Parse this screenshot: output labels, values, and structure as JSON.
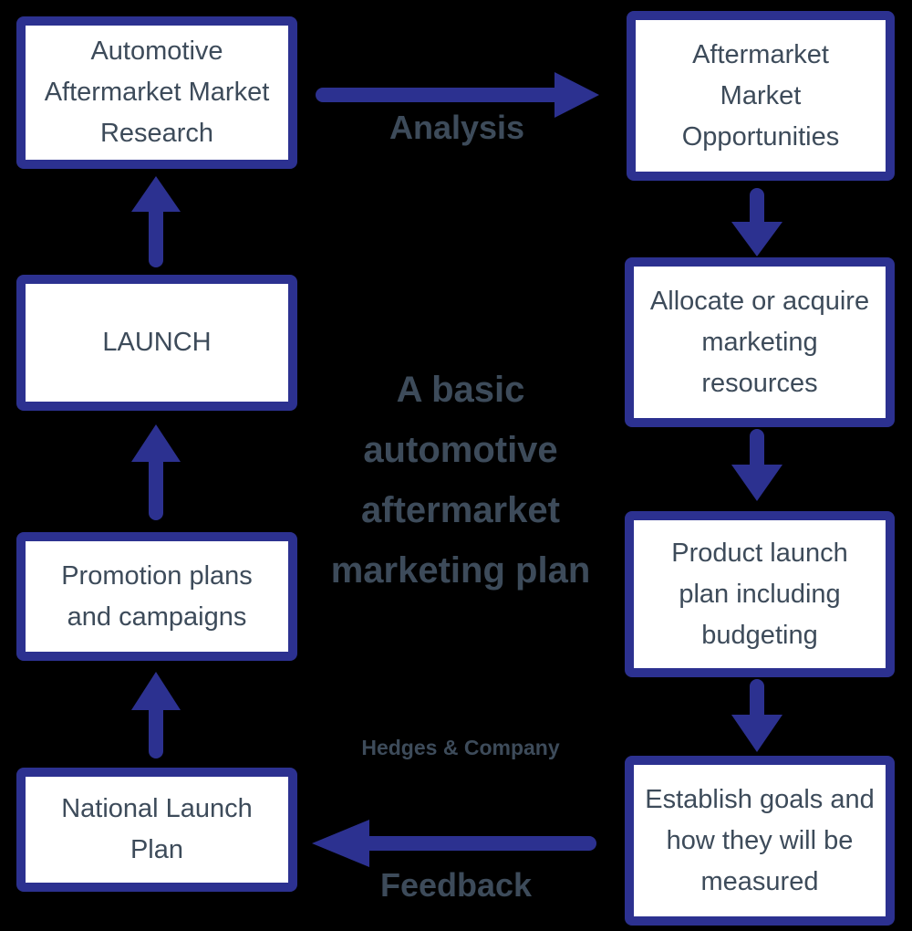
{
  "colors": {
    "accent": "#2C3190",
    "text": "#3D4B5A",
    "box_fill": "#FFFFFF",
    "background": "#000000"
  },
  "title": {
    "lines": [
      "A basic",
      "automotive",
      "aftermarket",
      "marketing plan"
    ]
  },
  "credit": "Hedges & Company",
  "labels": {
    "analysis": "Analysis",
    "feedback": "Feedback"
  },
  "boxes": {
    "research": {
      "lines": [
        "Automotive",
        "Aftermarket Market",
        "Research"
      ]
    },
    "launch": {
      "lines": [
        "LAUNCH"
      ]
    },
    "promotion": {
      "lines": [
        "Promotion plans",
        "and campaigns"
      ]
    },
    "national": {
      "lines": [
        "National Launch",
        "Plan"
      ]
    },
    "opportunities": {
      "lines": [
        "Aftermarket",
        "Market",
        "Opportunities"
      ]
    },
    "allocate": {
      "lines": [
        "Allocate or acquire",
        "marketing",
        "resources"
      ]
    },
    "product": {
      "lines": [
        "Product launch",
        "plan including",
        "budgeting"
      ]
    },
    "goals": {
      "lines": [
        "Establish goals and",
        "how they will be",
        "measured"
      ]
    }
  }
}
